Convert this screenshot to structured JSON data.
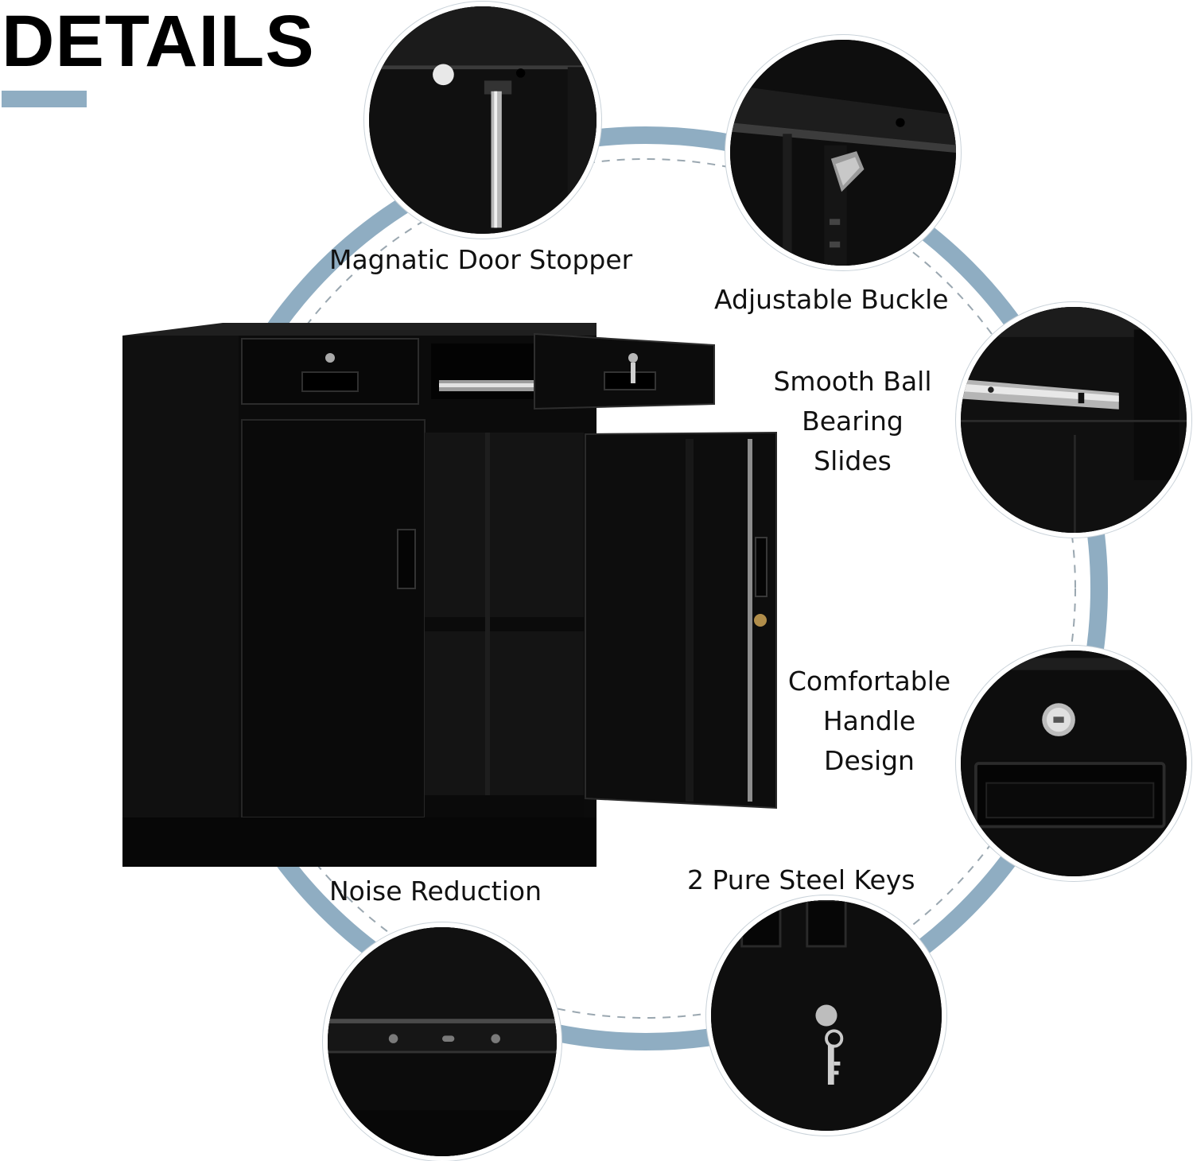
{
  "page": {
    "title": "DETAILS",
    "accent_color": "#8fadc2"
  },
  "features": [
    {
      "id": "door-stopper",
      "label": "Magnatic Door Stopper",
      "icon": "magnetic-stopper-closeup"
    },
    {
      "id": "buckle",
      "label": "Adjustable Buckle",
      "icon": "shelf-buckle-closeup"
    },
    {
      "id": "slides",
      "label_lines": [
        "Smooth Ball",
        "Bearing",
        "Slides"
      ],
      "icon": "ball-bearing-slide-closeup"
    },
    {
      "id": "handle",
      "label_lines": [
        "Comfortable",
        "Handle",
        "Design"
      ],
      "icon": "lock-handle-closeup"
    },
    {
      "id": "keys",
      "label": "2 Pure Steel Keys",
      "icon": "steel-keys-closeup"
    },
    {
      "id": "noise",
      "label": "Noise Reduction",
      "icon": "door-edge-closeup"
    }
  ],
  "product": {
    "icon": "black-steel-storage-cabinet",
    "color": "#0b0b0b"
  }
}
